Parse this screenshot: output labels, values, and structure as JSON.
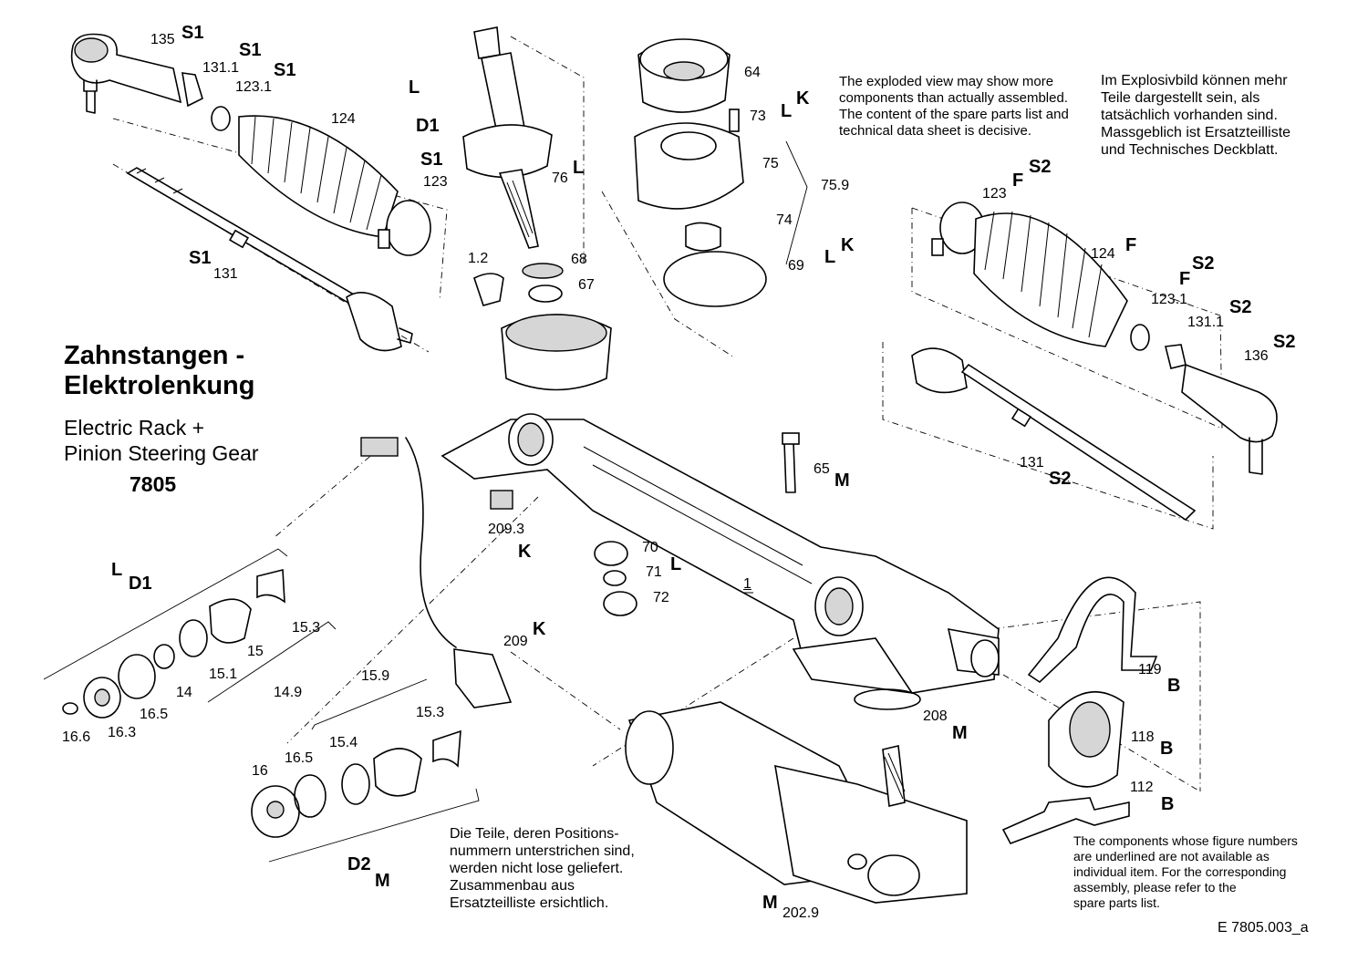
{
  "title": {
    "de_line1": "Zahnstangen -",
    "de_line2": "Elektrolenkung",
    "en_line1": "Electric Rack +",
    "en_line2": "Pinion Steering Gear",
    "number": "7805"
  },
  "notes": {
    "top_en": [
      "The exploded view may show more",
      "components than actually assembled.",
      "The content of the spare parts list and",
      "technical  data sheet is decisive."
    ],
    "top_de": [
      "Im Explosivbild können mehr",
      "Teile dargestellt sein, als",
      "tatsächlich vorhanden sind.",
      "Massgeblich ist Ersatzteilliste",
      "und Technisches Deckblatt."
    ],
    "bottom_de": [
      "Die  Teile, deren Positions-",
      "nummern unterstrichen sind,",
      "werden nicht lose geliefert.",
      "Zusammenbau aus",
      "Ersatzteilliste ersichtlich."
    ],
    "bottom_en": [
      "The components whose figure numbers",
      "are underlined are not available as",
      "individual item. For the corresponding",
      "assembly, please refer to the",
      "spare parts list."
    ]
  },
  "doc_ref": "E  7805.003_a",
  "part_numbers": {
    "n135": "135",
    "n131_1_left": "131.1",
    "n123_1_left": "123.1",
    "n124_left": "124",
    "n123_left": "123",
    "n131_left": "131",
    "n1_2": "1.2",
    "n68": "68",
    "n67": "67",
    "n76": "76",
    "n64": "64",
    "n73": "73",
    "n75": "75",
    "n75_9": "75.9",
    "n74": "74",
    "n69": "69",
    "n123_right": "123",
    "n124_right": "124",
    "n123_1_right": "123.1",
    "n131_1_right": "131.1",
    "n136": "136",
    "n131_right": "131",
    "n65": "65",
    "n209_3": "209.3",
    "n70": "70",
    "n71": "71",
    "n72": "72",
    "n1": "1",
    "n15_3_top": "15.3",
    "n15": "15",
    "n15_1": "15.1",
    "n14_9": "14.9",
    "n14": "14",
    "n16_5_left": "16.5",
    "n16_3": "16.3",
    "n16_6": "16.6",
    "n209": "209",
    "n15_9": "15.9",
    "n15_3_bottom": "15.3",
    "n15_4": "15.4",
    "n16_5_bottom": "16.5",
    "n16": "16",
    "n208": "208",
    "n119": "119",
    "n118": "118",
    "n112": "112",
    "n202_9": "202.9"
  },
  "keys": {
    "S1": "S1",
    "S2": "S2",
    "L": "L",
    "D1": "D1",
    "D2": "D2",
    "K": "K",
    "F": "F",
    "M": "M",
    "B": "B"
  }
}
